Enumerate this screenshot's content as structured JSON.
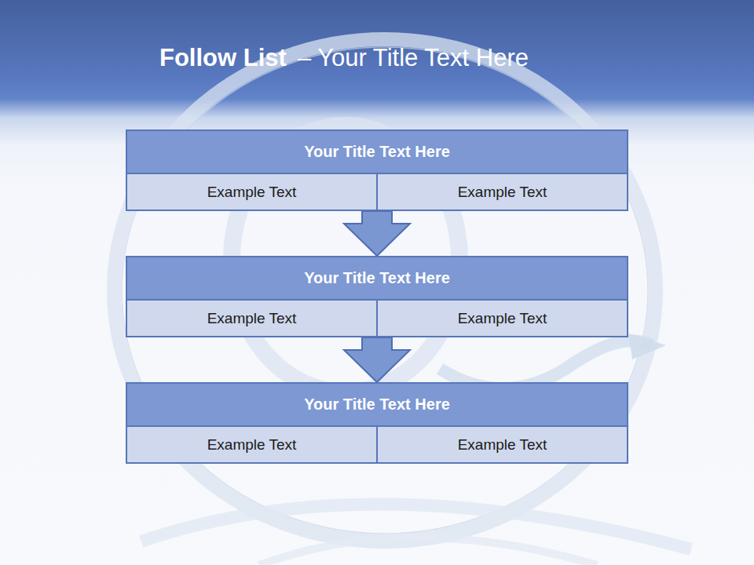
{
  "diagram": {
    "title": "Follow List",
    "nodes": [
      {
        "text": [
          "Your Title Text Here"
        ]
      },
      {
        "text": [
          "Example Text"
        ],
        "in": 0
      },
      {
        "text": [
          "Example Text"
        ],
        "in": 0
      },
      {
        "text": [
          "Your Title Text Here"
        ]
      },
      {
        "text": [
          "Example Text"
        ],
        "in": 3
      },
      {
        "text": [
          "Example Text"
        ],
        "in": 3
      },
      {
        "text": [
          "Your Title Text Here"
        ]
      },
      {
        "text": [
          "Example Text"
        ],
        "in": 6
      },
      {
        "text": [
          "Example Text"
        ],
        "in": 6
      }
    ],
    "edges": [
      {
        "from": 0,
        "to": 3,
        "arrow": "to"
      },
      {
        "from": 3,
        "to": 6,
        "arrow": "to"
      }
    ],
    "labels": [
      "– Your Title Text Here"
    ]
  }
}
